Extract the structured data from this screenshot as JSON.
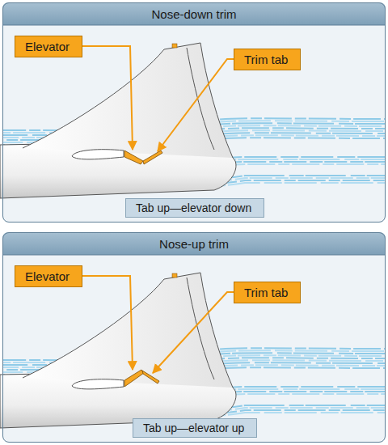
{
  "diagram": {
    "nodes": [
      {
        "text": [
          "Nose-down trim"
        ]
      },
      {
        "text": [
          "Elevator"
        ],
        "in": 0
      },
      {
        "text": [
          "Trim tab"
        ],
        "in": 0
      },
      {
        "text": [
          "Tab up—elevator down"
        ],
        "in": 0
      },
      {
        "text": [
          "Nose-up trim"
        ]
      },
      {
        "text": [
          "Elevator"
        ],
        "in": 4
      },
      {
        "text": [
          "Trim tab"
        ],
        "in": 4
      },
      {
        "text": [
          "Tab up—elevator up"
        ],
        "in": 4
      }
    ]
  }
}
